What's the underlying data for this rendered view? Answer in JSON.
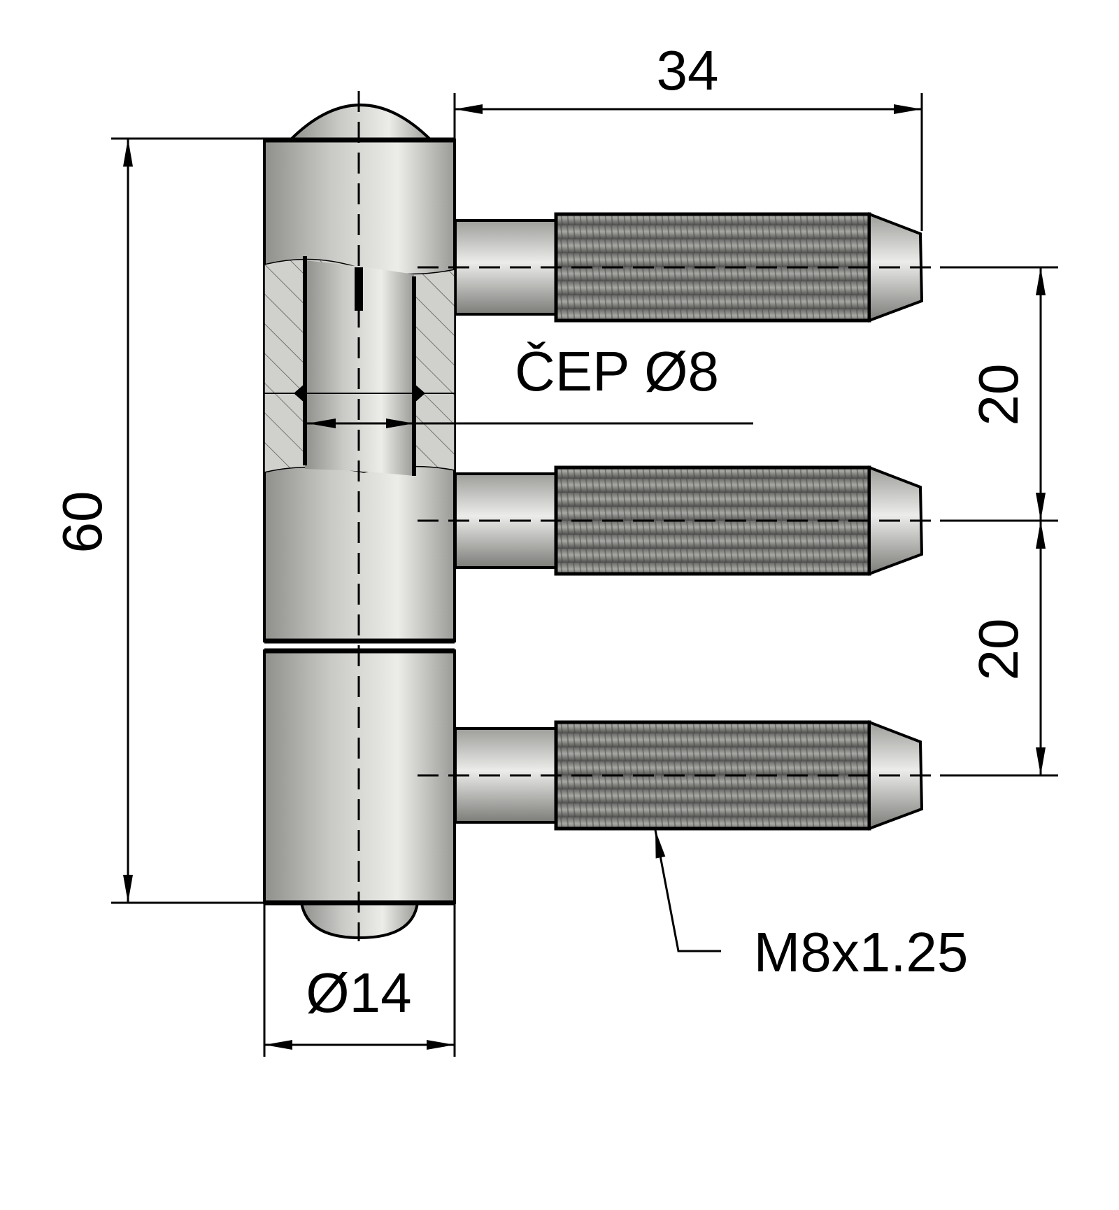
{
  "drawing": {
    "title": "Hinge with three threaded pins",
    "dimensions": {
      "width_34": "34",
      "height_60": "60",
      "pitch_top": "20",
      "pitch_bottom": "20",
      "barrel_diameter": "Ø14",
      "pin_label": "ČEP Ø8",
      "thread_label": "M8x1.25"
    },
    "colors": {
      "metal_light": "#e6e6e4",
      "metal_dark": "#8f8f8c",
      "thread_dark": "#5a5a58",
      "line": "#000000"
    }
  }
}
